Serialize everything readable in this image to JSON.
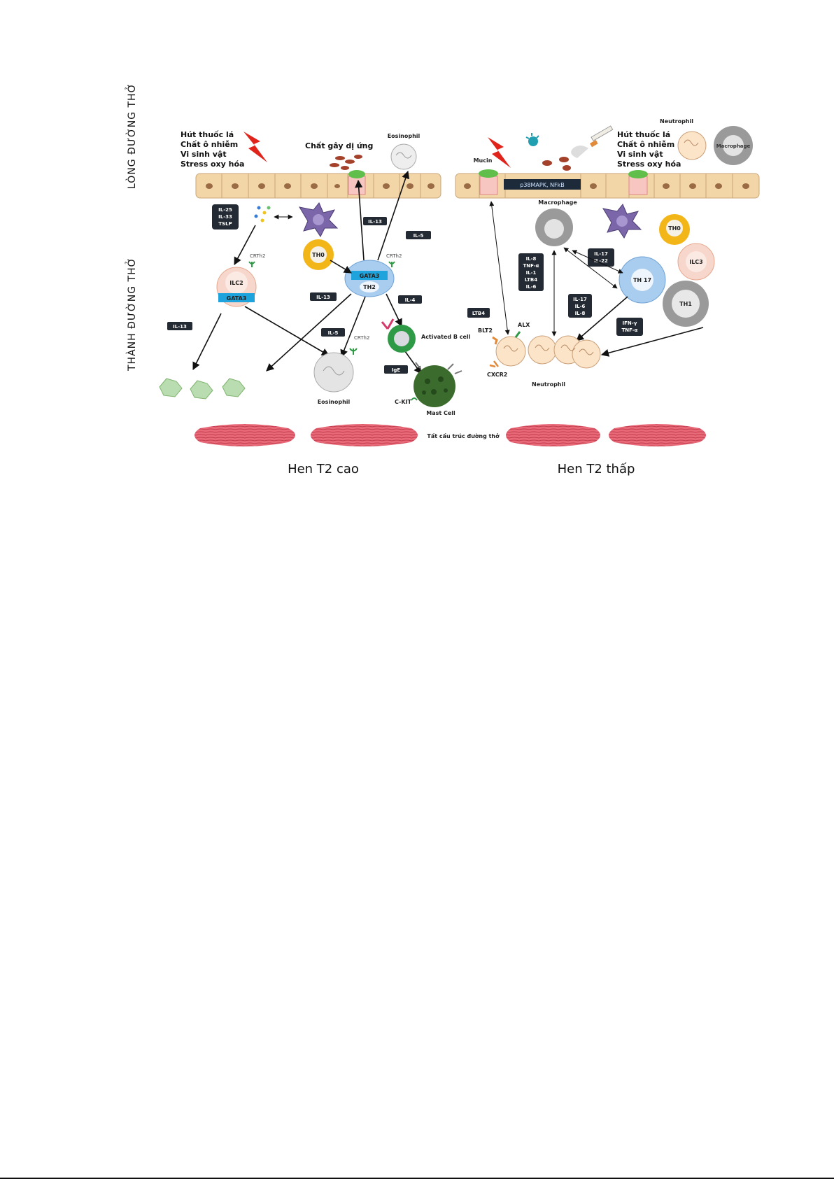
{
  "side_labels": {
    "lumen": "LÒNG ĐƯỜNG THỞ",
    "wall": "THÀNH ĐƯỜNG THỞ"
  },
  "left": {
    "triggers": [
      "Hút thuốc lá",
      "Chất ô nhiễm",
      "Vi sinh vật",
      "Stress oxy hóa"
    ],
    "allergen": "Chất gây dị ứng",
    "eosinophil_top": "Eosinophil",
    "cytokine_box": [
      "IL-25",
      "IL-33",
      "TSLP"
    ],
    "crth2_a": "CRTh2",
    "crth2_b": "CRTh2",
    "crth2_c": "CRTh2",
    "ilc2": "ILC2",
    "gata3_ilc": "GATA3",
    "th0": "TH0",
    "gata3_th2": "GATA3",
    "th2": "TH2",
    "il13_a": "IL-13",
    "il5_a": "IL-5",
    "il13_b": "IL-13",
    "il4": "IL-4",
    "il5_b": "IL-5",
    "il13_c": "IL-13",
    "activated_b": "Activated B cell",
    "ige": "IgE",
    "ckit": "C-KIT",
    "mast": "Mast Cell",
    "eosinophil_bottom": "Eosinophil"
  },
  "right": {
    "triggers": [
      "Hút thuốc lá",
      "Chất ô nhiễm",
      "Vi sinh vật",
      "Stress oxy hóa"
    ],
    "mucin": "Mucin",
    "pathway": "p38MAPK, NFkB",
    "neutrophil_top": "Neutrophil",
    "macrophage_top": "Macrophage",
    "macrophage_mid": "Macrophage",
    "th0": "TH0",
    "ilc3": "ILC3",
    "th17": "TH 17",
    "th1": "TH1",
    "box_a": [
      "IL-8",
      "TNF-α",
      "IL-1",
      "LTB4",
      "IL-6"
    ],
    "box_b": [
      "IL-17",
      "IL-22"
    ],
    "box_c": [
      "IL-17",
      "IL-6",
      "IL-8"
    ],
    "box_d": [
      "IFN-γ",
      "TNF-α"
    ],
    "ltb4": "LTB4",
    "blt2": "BLT2",
    "alx": "ALX",
    "cxcr2": "CXCR2",
    "neutrophil_bottom": "Neutrophil"
  },
  "structural": "Tất cấu trúc đường thở",
  "panels": {
    "left": "Hen T2 cao",
    "right": "Hen T2 thấp"
  },
  "colors": {
    "epithelium": "#f3d6a8",
    "nucleus": "#9a6b45",
    "pill": "#232a33",
    "gata": "#1ea3dc",
    "th": "#f3b619",
    "red": "#e0241b",
    "muscle": "#e05a6a",
    "bcell": "#2f9a46",
    "mast": "#3c6b2e"
  }
}
